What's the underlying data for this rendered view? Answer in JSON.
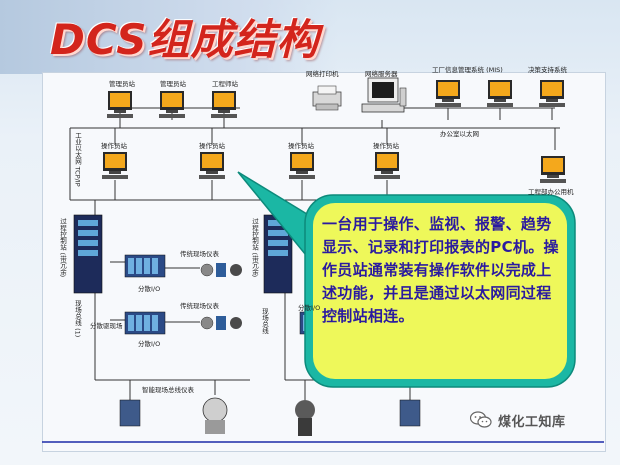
{
  "title": "DCS组成结构",
  "labels": {
    "mgmt_station_1": "管理员站",
    "mgmt_station_2": "管理员站",
    "engineer_station": "工程师站",
    "network_printer": "网络打印机",
    "network_server": "网络服务器",
    "mis": "工厂信息管理系统 (MIS)",
    "decision_support": "决策支持系统",
    "office_ethernet": "办公室以太网",
    "industrial_ethernet": "工业以太网 TCP/IP",
    "operator_1": "操作员站",
    "operator_2": "操作员站",
    "operator_3": "操作员站",
    "operator_4": "操作员站",
    "ethernet_pc": "工程部办公用机",
    "process_control_1": "过程控制站 (带冗余)",
    "process_control_2": "过程控制站 (带冗余)",
    "traditional_1": "传统现场仪表",
    "traditional_2": "传统现场仪表",
    "distributed_io_1": "分散I/O",
    "distributed_io_2": "分散I/O",
    "distributed_io_3": "分散I/O",
    "distributed_field": "分散驱现场",
    "fieldbus_1": "现场总线 (1)",
    "fieldbus_2": "现场总线",
    "smart_fieldbus": "智能现场总线仪表"
  },
  "callout": {
    "text": "一台用于操作、监视、报警、趋势显示、记录和打印报表的PC机。操作员站通常装有操作软件以完成上述功能，并且是通过以太网同过程控制站相连。"
  },
  "watermark": {
    "icon": "wechat-icon",
    "text": "煤化工知库"
  },
  "colors": {
    "title_red": "#d3251c",
    "callout_fill": "#1bb7a4",
    "callout_inner": "#eef85a",
    "callout_text": "#2a1aa0",
    "monitor_screen": "#f4a81c"
  }
}
